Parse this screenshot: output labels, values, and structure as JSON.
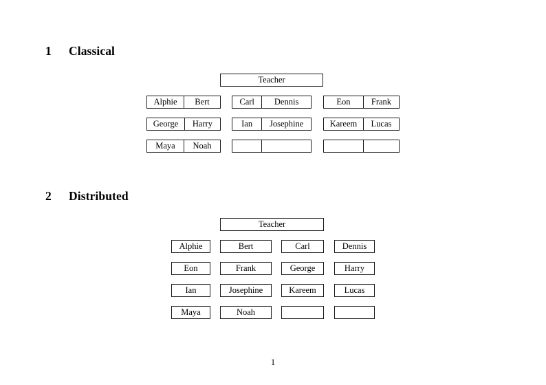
{
  "document": {
    "page_number": "1"
  },
  "sections": [
    {
      "number": "1",
      "title": "Classical",
      "teacher_label": "Teacher",
      "layout": "grouped-pairs",
      "groups": [
        {
          "rows": [
            [
              "Alphie",
              "Bert"
            ],
            [
              "George",
              "Harry"
            ],
            [
              "Maya",
              "Noah"
            ]
          ]
        },
        {
          "rows": [
            [
              "Carl",
              "Dennis"
            ],
            [
              "Ian",
              "Josephine"
            ],
            [
              "",
              ""
            ]
          ]
        },
        {
          "rows": [
            [
              "Eon",
              "Frank"
            ],
            [
              "Kareem",
              "Lucas"
            ],
            [
              "",
              ""
            ]
          ]
        }
      ]
    },
    {
      "number": "2",
      "title": "Distributed",
      "teacher_label": "Teacher",
      "layout": "separate-boxes",
      "rows": [
        [
          "Alphie",
          "Bert",
          "Carl",
          "Dennis"
        ],
        [
          "Eon",
          "Frank",
          "George",
          "Harry"
        ],
        [
          "Ian",
          "Josephine",
          "Kareem",
          "Lucas"
        ],
        [
          "Maya",
          "Noah",
          "",
          ""
        ]
      ]
    }
  ]
}
